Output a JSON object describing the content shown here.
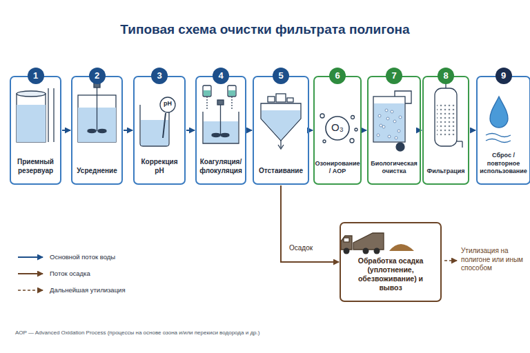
{
  "diagram": {
    "title": "Типовая схема очистки фильтрата полигона",
    "nodes": [
      {
        "text": [
          "1",
          "Приемный резервуар"
        ]
      },
      {
        "text": [
          "2",
          "Усреднение"
        ]
      },
      {
        "text": [
          "3",
          "Коррекция pH"
        ]
      },
      {
        "text": [
          "4",
          "Коагуляция/ флокуляция"
        ]
      },
      {
        "text": [
          "5",
          "Отстаивание"
        ]
      },
      {
        "text": [
          "6",
          "Озонирование / AOP"
        ]
      },
      {
        "text": [
          "7",
          "Биологическая очистка"
        ]
      },
      {
        "text": [
          "8",
          "Фильтрация"
        ]
      },
      {
        "text": [
          "9",
          "Сброс / повторное использование"
        ]
      },
      {
        "text": [
          "Обработка осадка (уплотнение, обезвоживание) и вывоз"
        ]
      }
    ],
    "edges": [
      {
        "from": 0,
        "to": 1,
        "arrow": "to"
      },
      {
        "from": 1,
        "to": 2,
        "arrow": "to"
      },
      {
        "from": 2,
        "to": 3,
        "arrow": "to"
      },
      {
        "from": 3,
        "to": 4,
        "arrow": "to"
      },
      {
        "from": 4,
        "to": 5,
        "arrow": "to"
      },
      {
        "from": 5,
        "to": 6,
        "arrow": "to"
      },
      {
        "from": 6,
        "to": 7,
        "arrow": "to"
      },
      {
        "from": 7,
        "to": 8,
        "arrow": "to"
      },
      {
        "from": 4,
        "to": 9,
        "label": "Осадок",
        "arrow": "to"
      }
    ],
    "labels": [
      "pH",
      "O₃",
      "Утилизация на полигоне или иным способом",
      "AOP — Advanced Oxidation Process (процессы на основе озона и/или перекиси водорода и др.)"
    ],
    "legend": [
      {
        "text": "Основной поток воды"
      },
      {
        "text": "Поток осадка"
      },
      {
        "text": "Дальнейшая утилизация"
      }
    ]
  }
}
